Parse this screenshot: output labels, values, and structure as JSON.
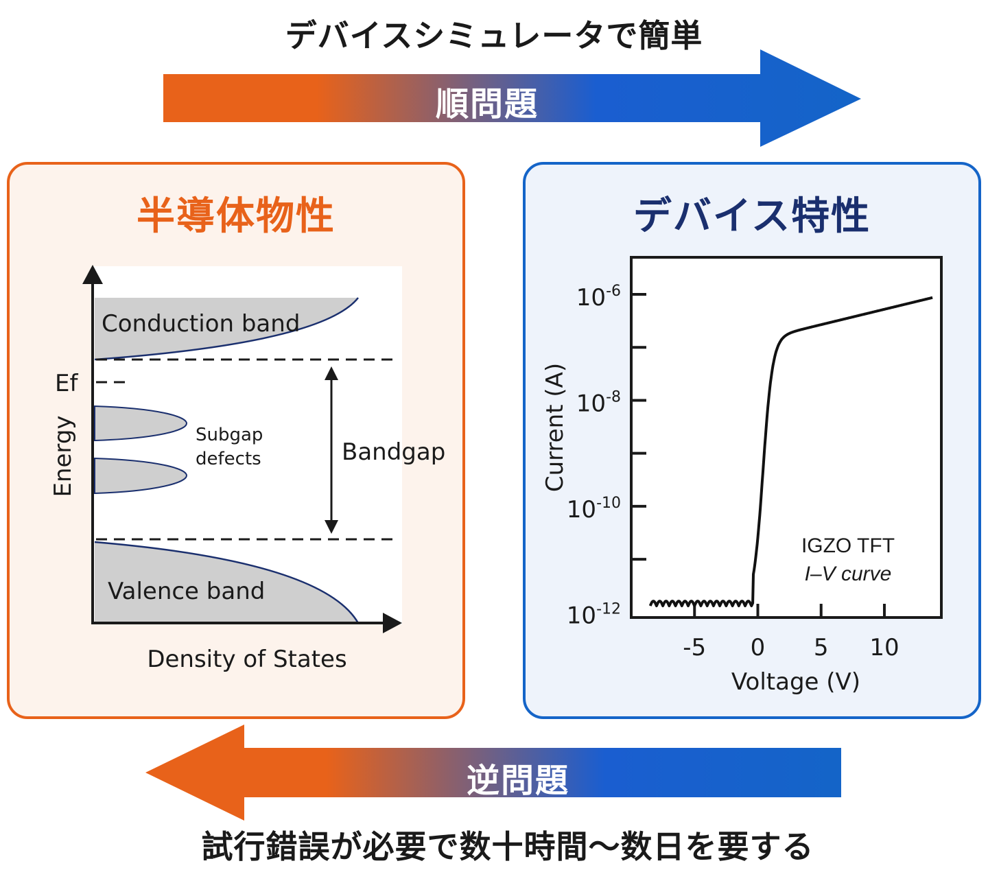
{
  "top_title": "デバイスシミュレータで簡単",
  "forward_arrow": {
    "label": "順問題"
  },
  "inverse_arrow": {
    "label": "逆問題"
  },
  "bottom_title": "試行錯誤が必要で数十時間〜数日を要する",
  "left_panel": {
    "title": "半導体物性",
    "y_axis_label": "Energy",
    "x_axis_label": "Density of States",
    "ef_label": "Ef",
    "conduction_label": "Conduction band",
    "valence_label": "Valence band",
    "subgap_line1": "Subgap",
    "subgap_line2": "defects",
    "bandgap_label": "Bandgap"
  },
  "right_panel": {
    "title": "デバイス特性",
    "chart_data": {
      "type": "line",
      "y_scale": "log",
      "xlabel": "Voltage (V)",
      "ylabel": "Current (A)",
      "x_ticks": [
        "-5",
        "0",
        "5",
        "10"
      ],
      "y_ticks": [
        {
          "base": "10",
          "exp": "-6"
        },
        {
          "base": "10",
          "exp": "-8"
        },
        {
          "base": "10",
          "exp": "-10"
        },
        {
          "base": "10",
          "exp": "-12"
        }
      ],
      "annotation_line1": "IGZO TFT",
      "annotation_line2": "I–V curve",
      "xlim": [
        -10,
        14.5
      ],
      "ylim_log10": [
        -12.1,
        -5.3
      ]
    }
  },
  "colors": {
    "orange": "#e8621a",
    "blue": "#1464c8",
    "navy": "#1a2f6e"
  }
}
